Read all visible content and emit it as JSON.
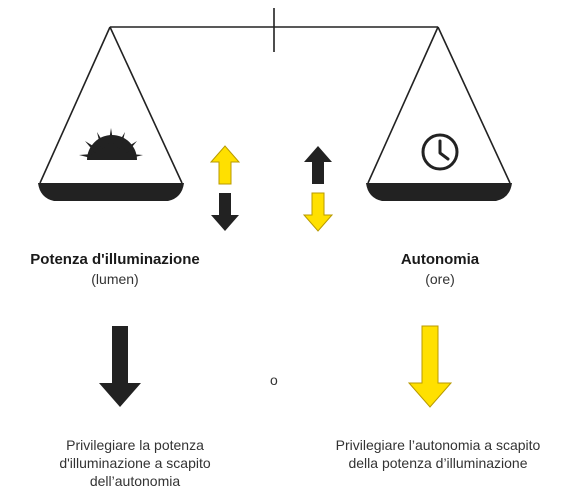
{
  "left": {
    "title": "Potenza d'illuminazione",
    "unit": "(lumen)",
    "description_lines": [
      "Privilegiare la potenza",
      "d'illuminazione a scapito",
      "dell’autonomia"
    ],
    "icon": "sun-icon"
  },
  "right": {
    "title": "Autonomia",
    "unit": "(ore)",
    "description_lines": [
      "Privilegiare l’autonomia a scapito",
      "della potenza d’illuminazione"
    ],
    "icon": "clock-icon"
  },
  "separator": "o",
  "colors": {
    "dark": "#222222",
    "yellow": "#FFE000",
    "yellow_stroke": "#B89A00"
  }
}
